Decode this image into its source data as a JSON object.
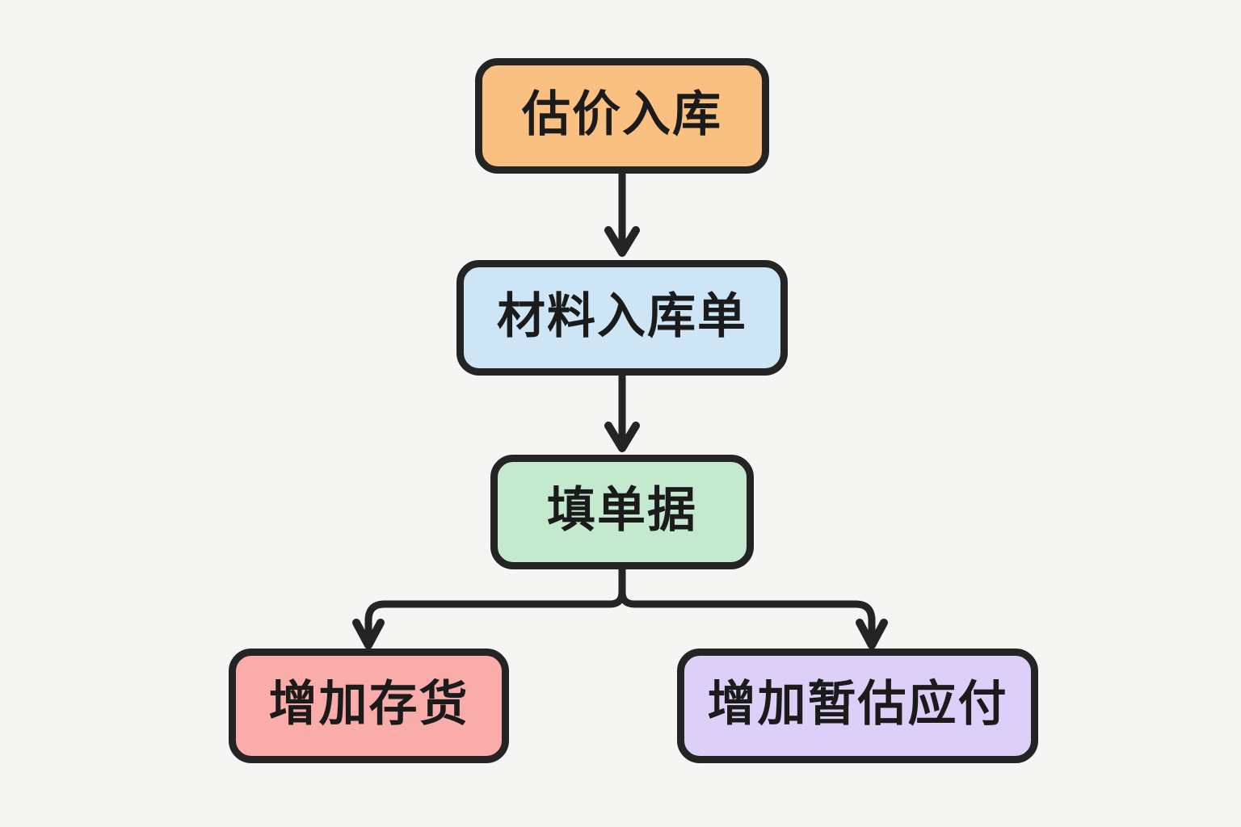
{
  "diagram": {
    "background_color": "#f5f5f3",
    "line_color": "#242424",
    "text_color": "#1b1b1b",
    "nodes": [
      {
        "id": "estimate-inbound",
        "label": "估价入库",
        "fill": "#f9c081"
      },
      {
        "id": "material-inbound-receipt",
        "label": "材料入库单",
        "fill": "#cde5f5"
      },
      {
        "id": "fill-document",
        "label": "填单据",
        "fill": "#c3e9cf"
      },
      {
        "id": "increase-inventory",
        "label": "增加存货",
        "fill": "#faacaa"
      },
      {
        "id": "increase-accrued-payable",
        "label": "增加暂估应付",
        "fill": "#ddd0f8"
      }
    ],
    "edges": [
      {
        "from": "estimate-inbound",
        "to": "material-inbound-receipt"
      },
      {
        "from": "material-inbound-receipt",
        "to": "fill-document"
      },
      {
        "from": "fill-document",
        "to": "increase-inventory"
      },
      {
        "from": "fill-document",
        "to": "increase-accrued-payable"
      }
    ]
  }
}
